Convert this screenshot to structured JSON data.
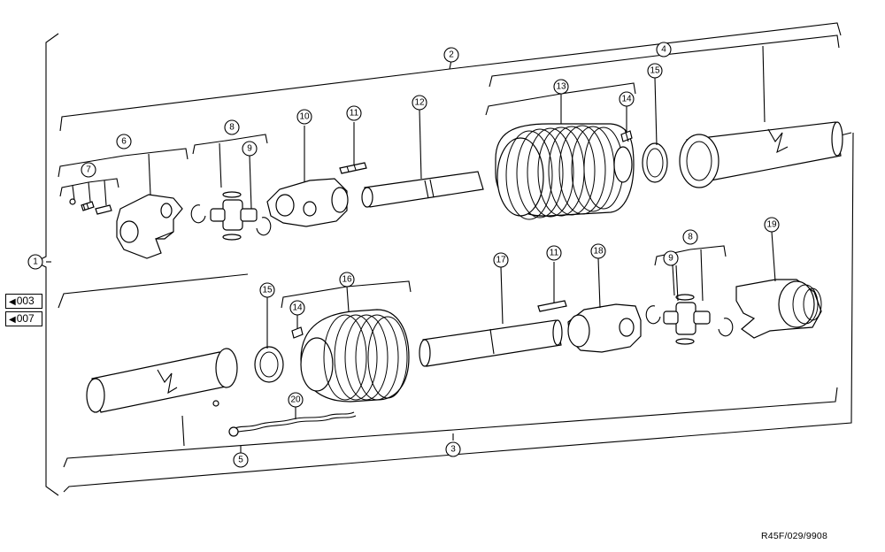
{
  "callouts": [
    {
      "id": "c1",
      "label": "1"
    },
    {
      "id": "c2",
      "label": "2"
    },
    {
      "id": "c3",
      "label": "3"
    },
    {
      "id": "c4",
      "label": "4"
    },
    {
      "id": "c5",
      "label": "5"
    },
    {
      "id": "c6",
      "label": "6"
    },
    {
      "id": "c7",
      "label": "7"
    },
    {
      "id": "c8a",
      "label": "8"
    },
    {
      "id": "c8b",
      "label": "8"
    },
    {
      "id": "c9a",
      "label": "9"
    },
    {
      "id": "c9b",
      "label": "9"
    },
    {
      "id": "c10",
      "label": "10"
    },
    {
      "id": "c11a",
      "label": "11"
    },
    {
      "id": "c11b",
      "label": "11"
    },
    {
      "id": "c12",
      "label": "12"
    },
    {
      "id": "c13",
      "label": "13"
    },
    {
      "id": "c14a",
      "label": "14"
    },
    {
      "id": "c14b",
      "label": "14"
    },
    {
      "id": "c15a",
      "label": "15"
    },
    {
      "id": "c15b",
      "label": "15"
    },
    {
      "id": "c16",
      "label": "16"
    },
    {
      "id": "c17",
      "label": "17"
    },
    {
      "id": "c18",
      "label": "18"
    },
    {
      "id": "c19",
      "label": "19"
    },
    {
      "id": "c20",
      "label": "20"
    }
  ],
  "references": [
    {
      "label": "003"
    },
    {
      "label": "007"
    }
  ],
  "reference_arrow": "◀",
  "footer_code": "R45F/029/9908"
}
